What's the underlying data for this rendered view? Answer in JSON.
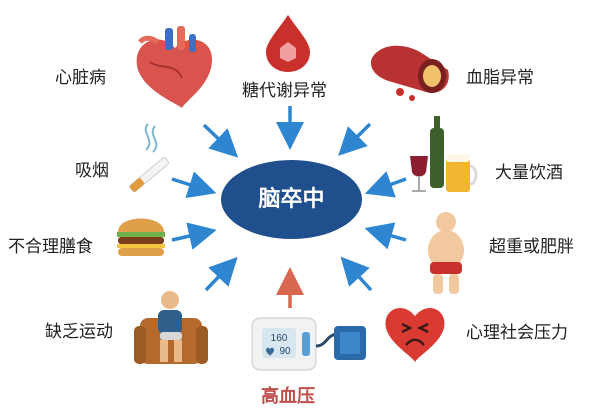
{
  "center": {
    "label": "脑卒中"
  },
  "factors": {
    "heart_disease": "心脏病",
    "diabetes": "糖代谢异常",
    "dyslipidemia": "血脂异常",
    "smoking": "吸烟",
    "alcohol": "大量饮酒",
    "unhealthy_diet": "不合理膳食",
    "obesity": "超重或肥胖",
    "lack_exercise": "缺乏运动",
    "psych_stress": "心理社会压力",
    "hypertension": "高血压"
  },
  "bp_monitor": {
    "systolic": "160",
    "diastolic": "90"
  },
  "colors": {
    "center": "#1f4f8c",
    "arrow_blue": "#2e86d1",
    "arrow_red": "#d9664f",
    "highlight": "#c0504d"
  },
  "icons": [
    "heart-icon",
    "blood-drop-icon",
    "blood-vessel-icon",
    "cigarette-icon",
    "wine-beer-icon",
    "burger-icon",
    "obese-person-icon",
    "couch-person-icon",
    "sad-heart-icon",
    "bp-monitor-icon"
  ]
}
